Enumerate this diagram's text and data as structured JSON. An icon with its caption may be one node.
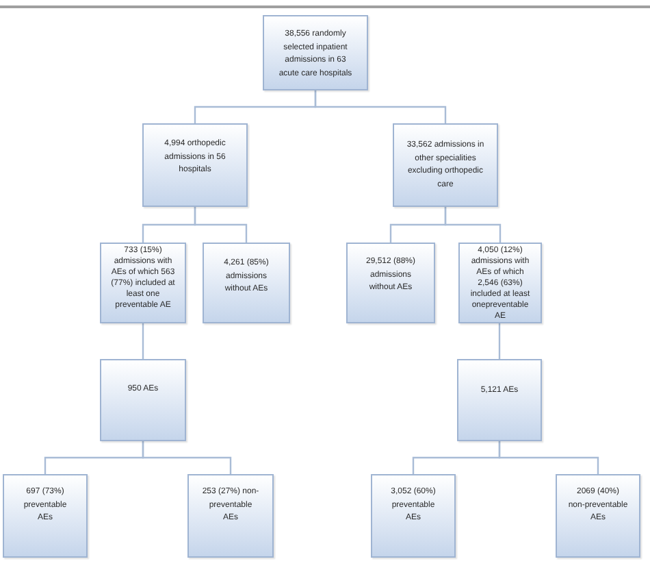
{
  "diagram": {
    "nodes": [
      {
        "text": [
          "38,556 randomly selected inpatient admissions in 63 acute care hospitals"
        ]
      },
      {
        "text": [
          "4,994 orthopedic admissions in 56 hospitals"
        ]
      },
      {
        "text": [
          "33,562 admissions in other specialities excluding orthopedic care"
        ]
      },
      {
        "text": [
          "733 (15%) admissions with AEs of which 563 (77%) included at least one preventable AE"
        ]
      },
      {
        "text": [
          "4,261 (85%) admissions without AEs"
        ]
      },
      {
        "text": [
          "29,512 (88%) admissions without AEs"
        ]
      },
      {
        "text": [
          "4,050 (12%) admissions with AEs of which 2,546 (63%) included at least onepreventable AE"
        ]
      },
      {
        "text": [
          "950 AEs"
        ]
      },
      {
        "text": [
          "5,121 AEs"
        ]
      },
      {
        "text": [
          "697 (73%) preventable AEs"
        ]
      },
      {
        "text": [
          "253 (27%) non-preventable AEs"
        ]
      },
      {
        "text": [
          "3,052 (60%) preventable AEs"
        ]
      },
      {
        "text": [
          "2069 (40%) non-preventable AEs"
        ]
      }
    ],
    "edges": [
      {
        "from": 0,
        "to": 1,
        "arrow": "none"
      },
      {
        "from": 0,
        "to": 2,
        "arrow": "none"
      },
      {
        "from": 1,
        "to": 3,
        "arrow": "none"
      },
      {
        "from": 1,
        "to": 4,
        "arrow": "none"
      },
      {
        "from": 2,
        "to": 5,
        "arrow": "none"
      },
      {
        "from": 2,
        "to": 6,
        "arrow": "none"
      },
      {
        "from": 3,
        "to": 7,
        "arrow": "none"
      },
      {
        "from": 6,
        "to": 8,
        "arrow": "none"
      },
      {
        "from": 7,
        "to": 9,
        "arrow": "none"
      },
      {
        "from": 7,
        "to": 10,
        "arrow": "none"
      },
      {
        "from": 8,
        "to": 11,
        "arrow": "none"
      },
      {
        "from": 8,
        "to": 12,
        "arrow": "none"
      }
    ]
  }
}
